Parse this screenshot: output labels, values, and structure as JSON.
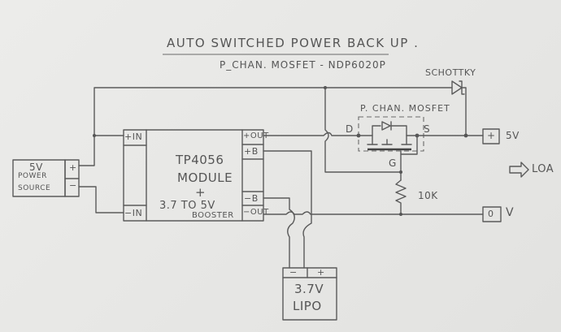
{
  "diagram": {
    "title": "AUTO SWITCHED POWER BACK UP .",
    "subtitle": "P_CHAN. MOSFET - NDP6020P",
    "power_source": {
      "label_line1": "5V",
      "label_line2": "POWER",
      "label_line3": "SOURCE",
      "plus": "+",
      "minus": "−"
    },
    "module": {
      "title_line1": "TP4056",
      "title_line2": "MODULE",
      "title_line3": "+",
      "title_line4": "3.7 TO 5V",
      "title_line5": "BOOSTER",
      "pins_left": [
        "+IN",
        "−IN"
      ],
      "pins_right": [
        "+OUT",
        "+B",
        "−B",
        "−OUT"
      ]
    },
    "mosfet": {
      "label": "P. CHAN. MOSFET",
      "drain": "D",
      "source": "S",
      "gate": "G"
    },
    "schottky": {
      "label": "SCHOTTKY"
    },
    "resistor": {
      "label": "10K"
    },
    "outputs": {
      "plus_terminal": "+",
      "plus_label": "5V",
      "zero_terminal": "0",
      "zero_label": "V",
      "load_label": "LOA"
    },
    "battery": {
      "minus": "−",
      "plus": "+",
      "label_line1": "3.7V",
      "label_line2": "LIPO"
    }
  }
}
